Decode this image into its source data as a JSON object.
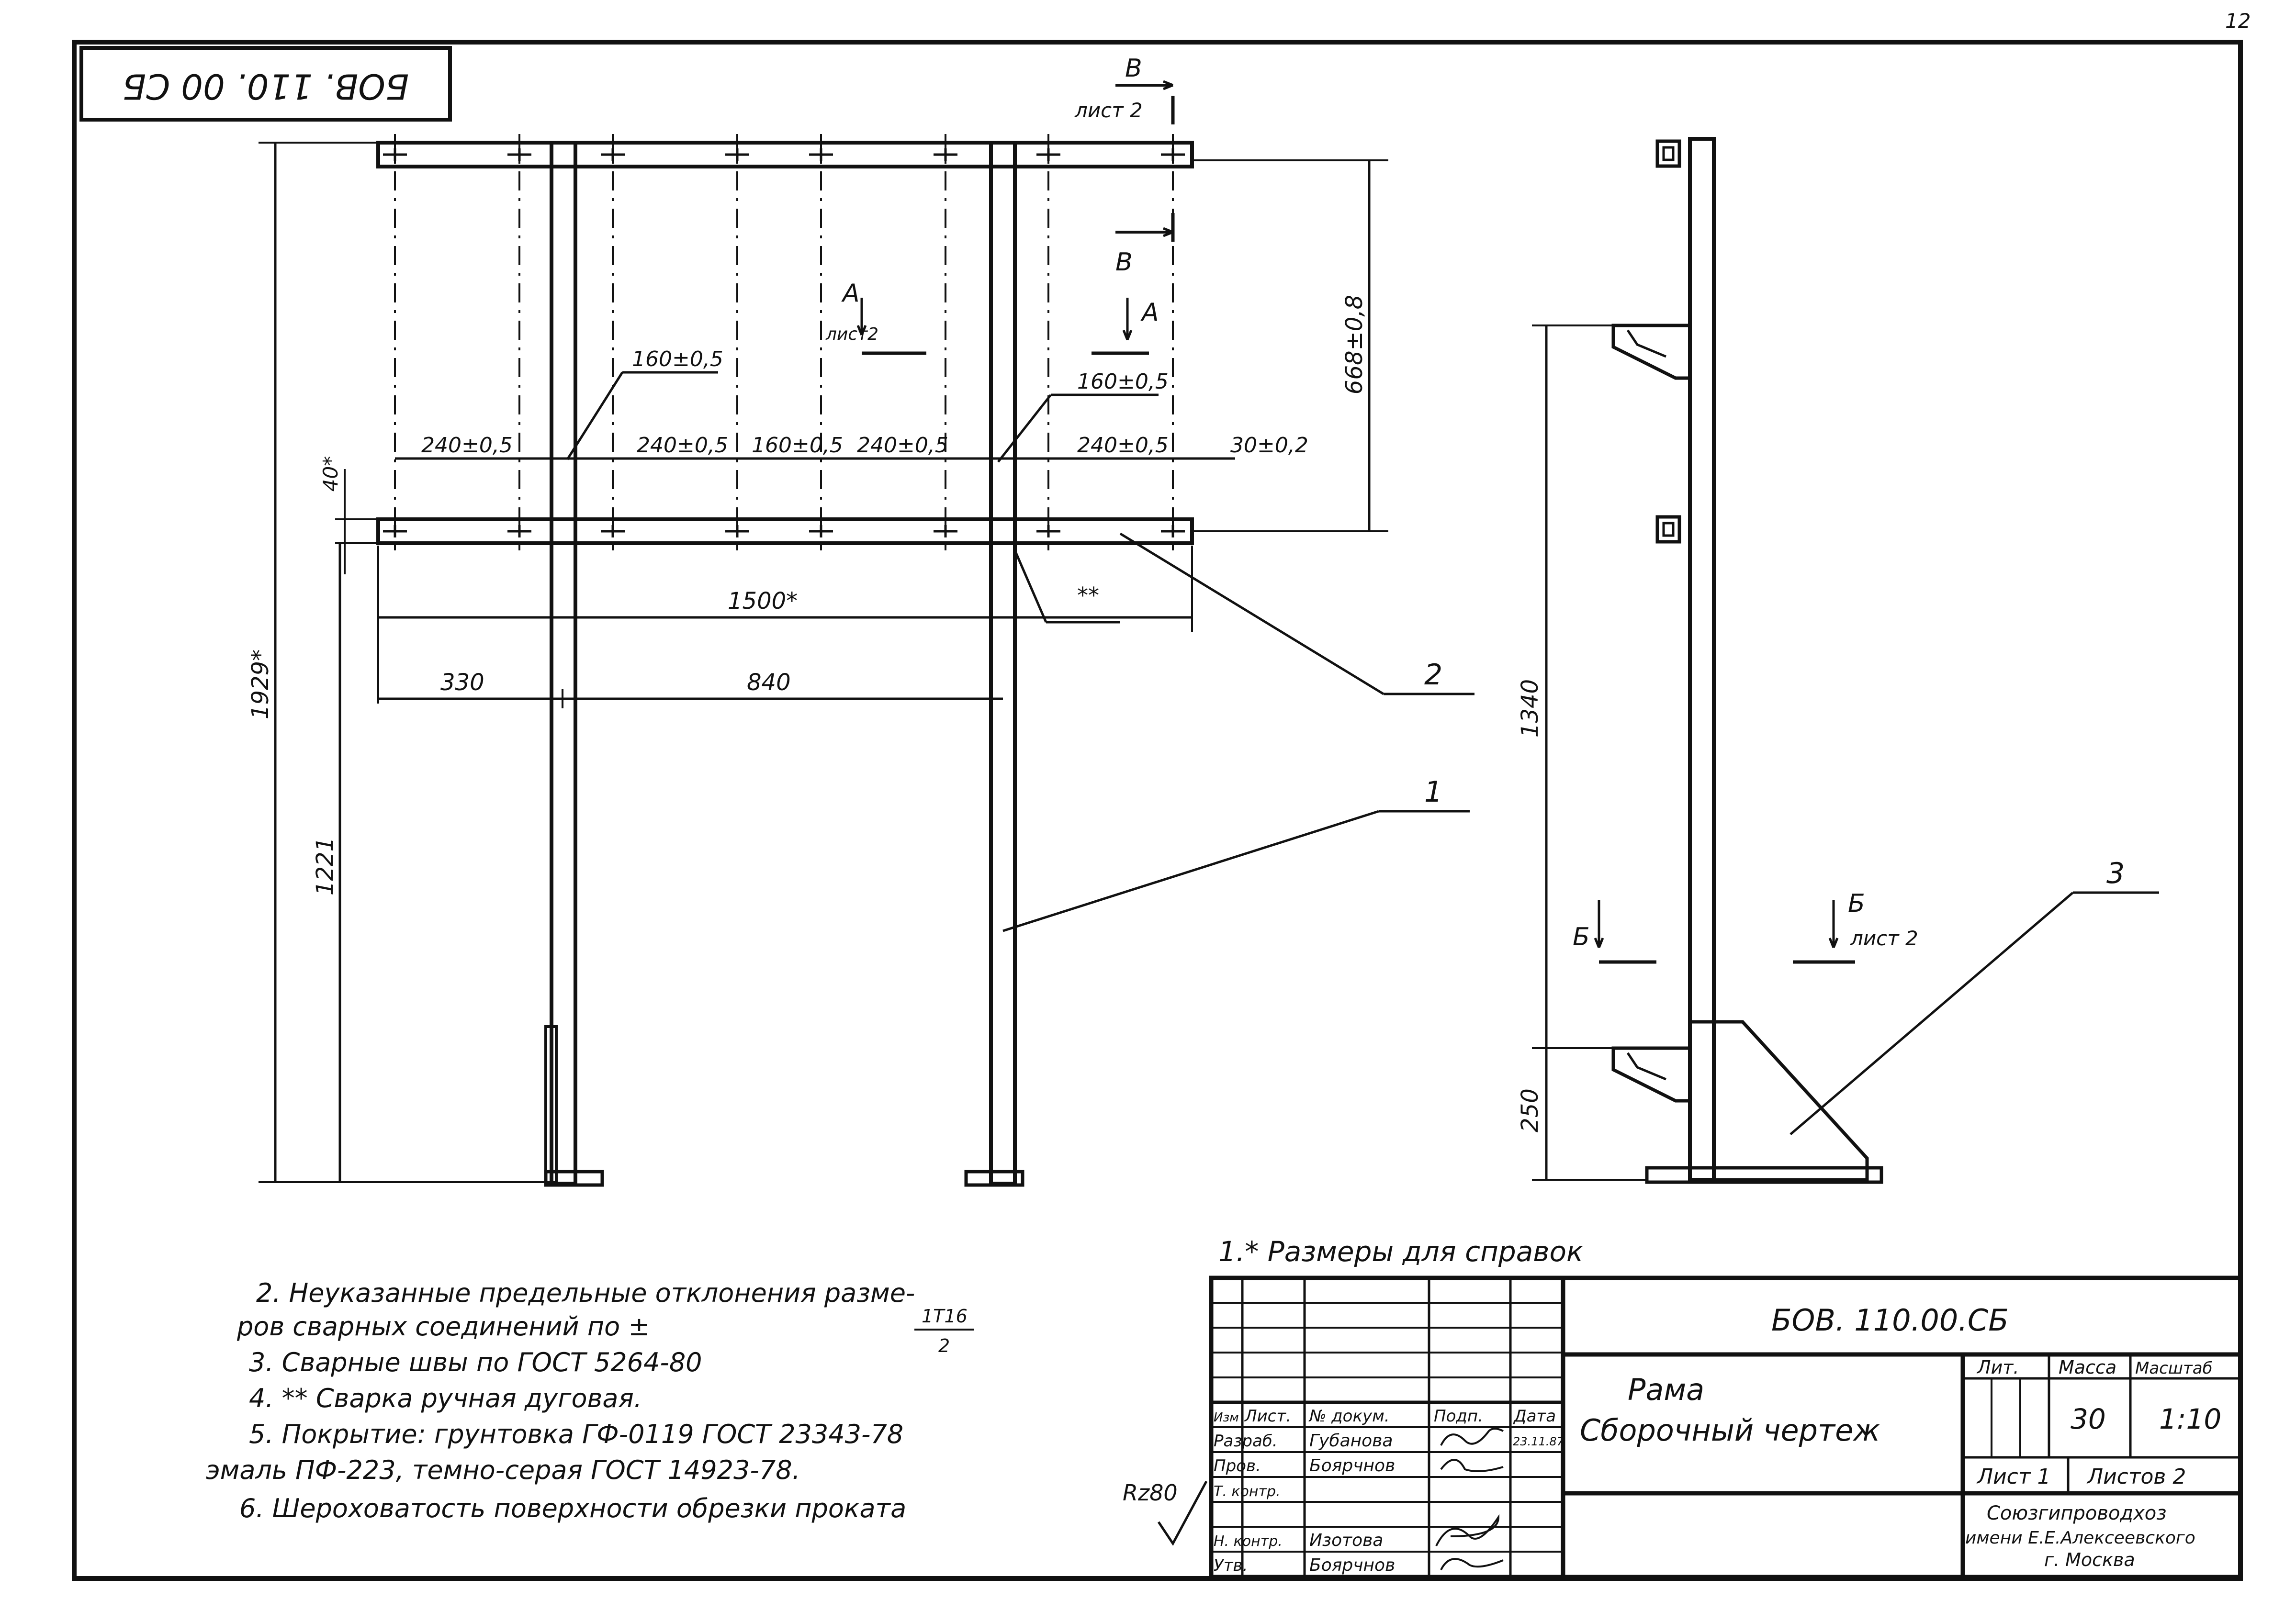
{
  "page_number": "12",
  "stamp_code_rotated": "БОВ. 110. 00 СБ",
  "main_view": {
    "section_b_letter": "В",
    "section_b_sheet": "лист 2",
    "section_a_letter": "А",
    "section_a_sheet": "лист2",
    "section_a2_letter": "А",
    "section_b2_letter": "В",
    "dims": {
      "d160_left": "160±0,5",
      "d160_right": "160±0,5",
      "d240_a": "240±0,5",
      "d240_b": "240±0,5",
      "d160_mid": "160±0,5",
      "d240_c": "240±0,5",
      "d240_d": "240±0,5",
      "d30": "30±0,2",
      "d668": "668±0,8",
      "d40": "40*",
      "d1500": "1500*",
      "d330": "330",
      "d840": "840",
      "d1929": "1929*",
      "d1221": "1221"
    },
    "weld_mark": "**",
    "leaders": {
      "l2": "2",
      "l1": "1",
      "l3": "3"
    }
  },
  "side_view": {
    "d1340": "1340",
    "d250": "250",
    "section_b_letter": "Б",
    "section_b_right_letter": "Б",
    "section_b_right_sheet": "лист 2"
  },
  "notes": {
    "n1": "1.* Размеры для справок",
    "n2a": "2. Неуказанные предельные отклонения разме-",
    "n2b": "ров сварных     соединений     по  ±",
    "n2_frac_num": "1Т16",
    "n2_frac_den": "2",
    "n3": "3. Сварные  швы  по ГОСТ 5264-80",
    "n4": "4. ** Сварка  ручная дуговая.",
    "n5a": "5. Покрытие:  грунтовка ГФ-0119 ГОСТ 23343-78",
    "n5b": "эмаль  ПФ-223,  темно-серая   ГОСТ 14923-78.",
    "n6": "6. Шероховатость  поверхности  обрезки проката",
    "roughness": "Rz80"
  },
  "title_block": {
    "doc_code": "БОВ. 110.00.СБ",
    "title_line1": "Рама",
    "title_line2": "Сборочный чертеж",
    "col_izm": "Изм",
    "col_list": "Лист.",
    "col_doc": "№ докум.",
    "col_sign": "Подп.",
    "col_date": "Дата",
    "r_razrab": "Разраб.",
    "r_prov": "Пров.",
    "r_tkontr": "Т. контр.",
    "r_nkontr": "Н. контр.",
    "r_utv": "Утв.",
    "n_razrab": "Губанова",
    "n_prov": "Боярчнов",
    "n_nkontr": "Изотова",
    "n_utv": "Боярчнов",
    "date_razrab": "23.11.87",
    "lit_label": "Лит.",
    "mass_label": "Масса",
    "scale_label": "Масштаб",
    "mass_value": "30",
    "scale_value": "1:10",
    "sheet_label": "Лист 1",
    "sheets_label": "Листов 2",
    "org_line1": "Союзгипроводхоз",
    "org_line2": "имени Е.Е.Алексеевского",
    "org_line3": "г. Москва"
  }
}
